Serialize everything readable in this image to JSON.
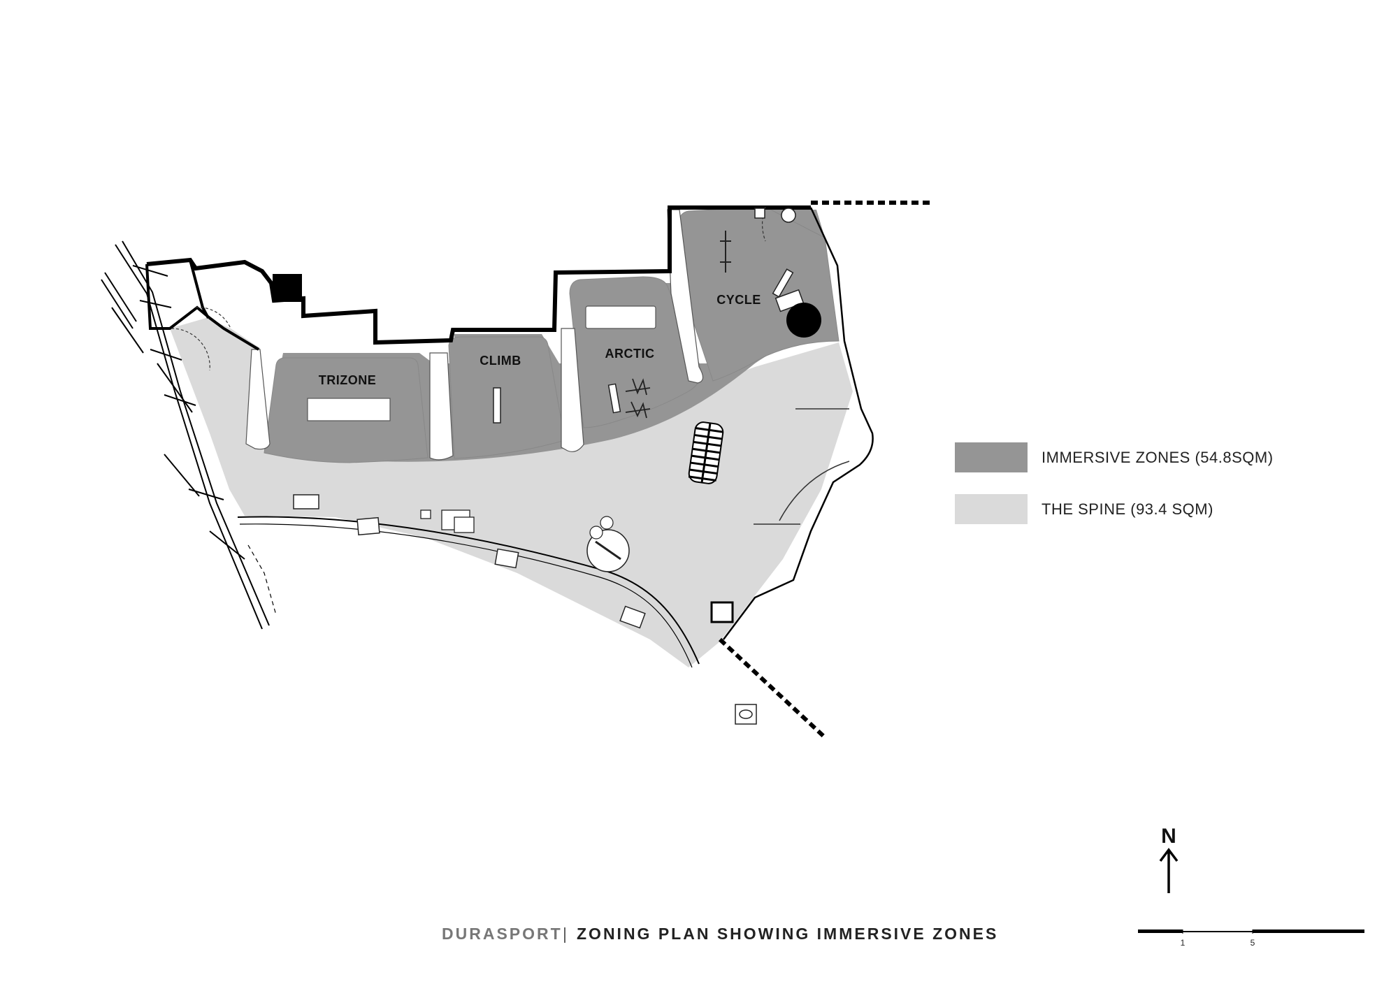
{
  "zones": {
    "trizone": "TRIZONE",
    "climb": "CLIMB",
    "arctic": "ARCTIC",
    "cycle": "CYCLE"
  },
  "legend": {
    "immersive_label": "IMMERSIVE ZONES (54.8SQM)",
    "spine_label": "THE SPINE (93.4 SQM)",
    "immersive_color": "#959595",
    "spine_color": "#dadada"
  },
  "title": {
    "project": "DURASPORT",
    "separator": "|",
    "subject": "ZONING PLAN SHOWING IMMERSIVE ZONES"
  },
  "north": {
    "letter": "N",
    "icon": "north-arrow-icon"
  },
  "scale": {
    "tick_1": "1",
    "tick_5": "5"
  }
}
